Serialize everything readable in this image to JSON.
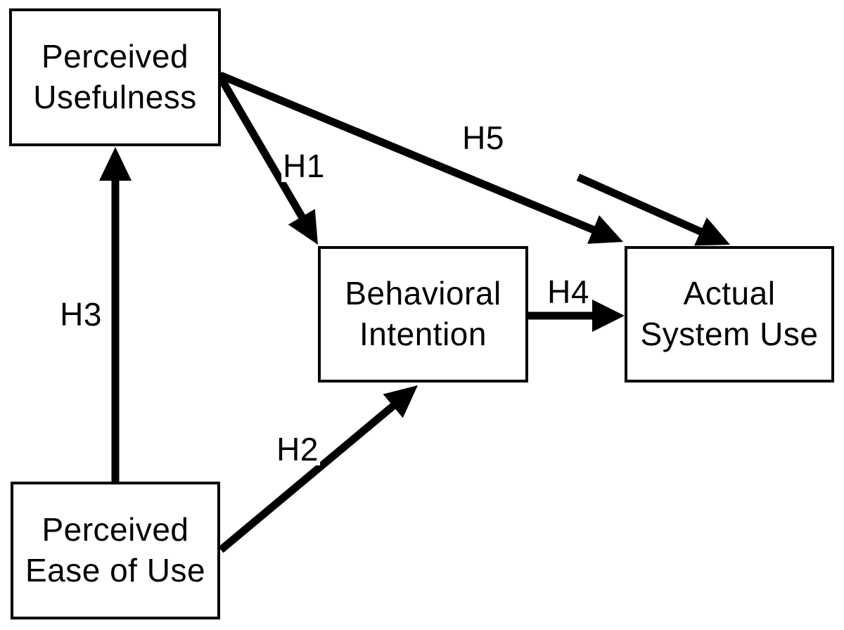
{
  "diagram_type": "path-model",
  "colors": {
    "ink": "#000000",
    "background": "#ffffff"
  },
  "nodes": {
    "perceived_usefulness": {
      "label": "Perceived\nUsefulness"
    },
    "perceived_ease_of_use": {
      "label": "Perceived\nEase of Use"
    },
    "behavioral_intention": {
      "label": "Behavioral\nIntention"
    },
    "actual_system_use": {
      "label": "Actual\nSystem Use"
    }
  },
  "edges": {
    "h1": {
      "label": "H1",
      "from": "perceived_usefulness",
      "to": "behavioral_intention"
    },
    "h2": {
      "label": "H2",
      "from": "perceived_ease_of_use",
      "to": "behavioral_intention"
    },
    "h3": {
      "label": "H3",
      "from": "perceived_ease_of_use",
      "to": "perceived_usefulness"
    },
    "h4": {
      "label": "H4",
      "from": "behavioral_intention",
      "to": "actual_system_use"
    },
    "h5": {
      "label": "H5",
      "from": "perceived_usefulness",
      "to": "actual_system_use"
    },
    "unlabeled_duplicate": {
      "label": "",
      "from": "",
      "to": "actual_system_use"
    }
  }
}
